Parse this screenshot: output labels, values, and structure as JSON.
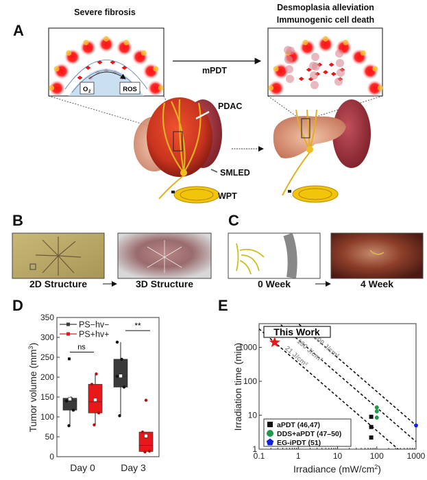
{
  "panels": {
    "a": "A",
    "b": "B",
    "c": "C",
    "d": "D",
    "e": "E"
  },
  "panel_a": {
    "left_title": "Severe fibrosis",
    "right_title_1": "Desmoplasia alleviation",
    "right_title_2": "Immunogenic cell death",
    "arrow_label": "mPDT",
    "o2_label": "O",
    "o2_sub": "2",
    "ros_label": "ROS",
    "pdac_label": "PDAC",
    "smled_label": "SMLED",
    "wpt_label": "WPT"
  },
  "panel_b": {
    "caption_left": "2D Structure",
    "caption_right": "3D Structure"
  },
  "panel_c": {
    "caption_left": "0 Week",
    "caption_right": "4 Week"
  },
  "chart_data": [
    {
      "type": "box",
      "ylabel": "Tumor volume (mm",
      "ylabel_sup": "3",
      "ylabel_end": ")",
      "ylim": [
        0,
        350
      ],
      "yticks": [
        0,
        50,
        100,
        150,
        200,
        250,
        300,
        350
      ],
      "categories": [
        "Day 0",
        "Day 3"
      ],
      "legend_placement": "top-left",
      "series": [
        {
          "name": "PS−hv−",
          "color": "#3a3a3a",
          "boxes": [
            {
              "min": 78,
              "q1": 117,
              "median": 140,
              "q3": 147,
              "max": 147,
              "mean": 145,
              "points": [
                78,
                117,
                140,
                147
              ],
              "outliers": [
                246
              ]
            },
            {
              "min": 103,
              "q1": 175,
              "median": 202,
              "q3": 245,
              "max": 288,
              "mean": 203,
              "points": [
                103,
                175,
                202,
                245,
                288
              ],
              "outliers": []
            }
          ]
        },
        {
          "name": "PS+hv+",
          "color": "#e8181a",
          "boxes": [
            {
              "min": 80,
              "q1": 110,
              "median": 138,
              "q3": 182,
              "max": 208,
              "mean": 143,
              "points": [
                80,
                110,
                182,
                208
              ],
              "outliers": []
            },
            {
              "min": 12,
              "q1": 13,
              "median": 28,
              "q3": 62,
              "max": 62,
              "mean": 52,
              "points": [
                12,
                14,
                62
              ],
              "outliers": [
                142
              ]
            }
          ]
        }
      ],
      "annotations": [
        {
          "text": "ns",
          "category": "Day 0"
        },
        {
          "text": "**",
          "category": "Day 3"
        }
      ]
    },
    {
      "type": "scatter",
      "xlabel": "Irradiance (mW/cm",
      "xlabel_sup": "2",
      "xlabel_end": ")",
      "ylabel": "Irradiation time (min)",
      "xscale": "log",
      "yscale": "log",
      "xlim": [
        0.1,
        1000
      ],
      "ylim": [
        1,
        5000
      ],
      "xticks": [
        "0.1",
        "1",
        "10",
        "100",
        "1000"
      ],
      "yticks": [
        "1",
        "10",
        "100",
        "1000"
      ],
      "dose_lines": [
        {
          "dose": 21,
          "label": "21 J/cm²"
        },
        {
          "dose": 100,
          "label": "100 J/cm²"
        },
        {
          "dose": 300,
          "label": "300 J/cm²"
        }
      ],
      "this_work": {
        "label": "This Work",
        "x": 0.25,
        "y": 1400,
        "color": "#e8181a",
        "marker": "star"
      },
      "legend_placement": "bottom-left",
      "series": [
        {
          "name": "aPDT (46,47)",
          "marker": "square",
          "color": "#111111",
          "points": [
            [
              72,
              9
            ],
            [
              72,
              4.5
            ],
            [
              72,
              2.2
            ]
          ]
        },
        {
          "name": "DDS+aPDT (47–50)",
          "marker": "circle",
          "color": "#1e9a4a",
          "points": [
            [
              100,
              17
            ],
            [
              100,
              13
            ],
            [
              100,
              8.5
            ]
          ]
        },
        {
          "name": "EG-iPDT (51)",
          "marker": "pentagon",
          "color": "#1020e0",
          "points": [
            [
              1000,
              5
            ]
          ]
        }
      ]
    }
  ]
}
